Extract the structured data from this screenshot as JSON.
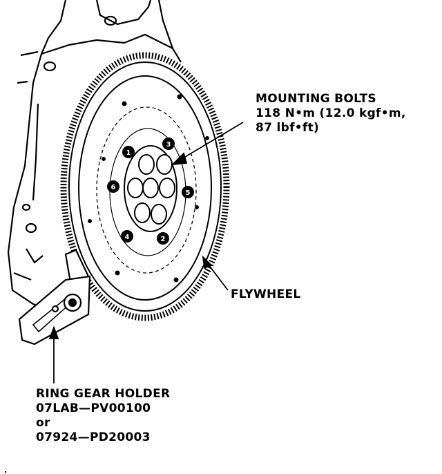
{
  "labels": {
    "mounting_bolts": {
      "line1": "MOUNTING BOLTS",
      "line2": "118 N•m (12.0 kgf•m,",
      "line3": "87 lbf•ft)"
    },
    "flywheel": "FLYWHEEL",
    "ring_gear_holder": {
      "line1": "RING GEAR HOLDER",
      "line2": "07LAB—PV00100",
      "line3": "or",
      "line4": "07924—PD20003"
    }
  },
  "bolt_sequence": [
    "1",
    "2",
    "3",
    "4",
    "5",
    "6"
  ],
  "colors": {
    "ink": "#000000",
    "paper": "#ffffff"
  }
}
